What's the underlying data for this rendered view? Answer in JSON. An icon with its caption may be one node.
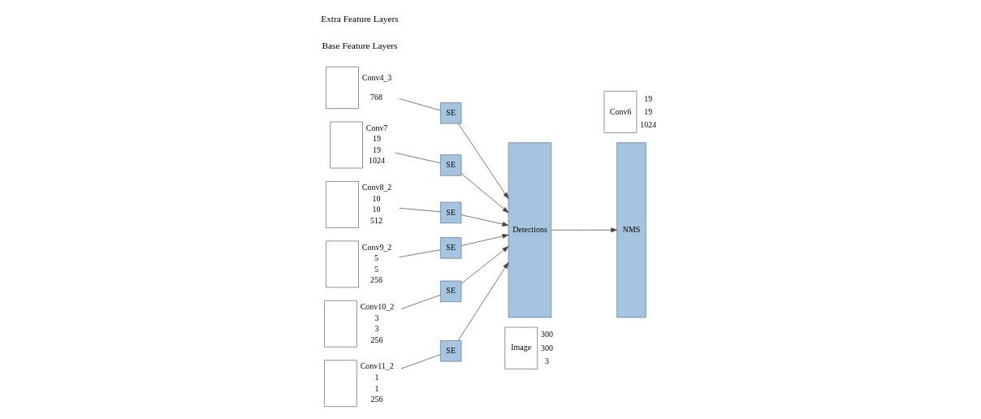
{
  "diagram": {
    "nodes": [
      {
        "text": [
          "Image"
        ],
        "beside": [
          "300",
          "300",
          "3"
        ]
      },
      {
        "text": [],
        "shape": "box",
        "beside": [
          "Conv4_3",
          "768"
        ]
      },
      {
        "text": [
          "Conv6"
        ],
        "beside": [
          "19",
          "19",
          "1024"
        ]
      },
      {
        "text": [],
        "shape": "box",
        "beside": [
          "Conv7",
          "19",
          "19",
          "1024"
        ]
      },
      {
        "text": [],
        "shape": "box",
        "beside": [
          "Conv8_2",
          "10",
          "10",
          "512"
        ]
      },
      {
        "text": [],
        "shape": "box",
        "beside": [
          "Conv9_2",
          "5",
          "5",
          "256"
        ]
      },
      {
        "text": [],
        "shape": "box",
        "beside": [
          "Conv10_2",
          "3",
          "3",
          "256"
        ]
      },
      {
        "text": [],
        "shape": "box",
        "beside": [
          "Conv11_2",
          "1",
          "1",
          "256"
        ]
      },
      {
        "text": [
          "SE"
        ]
      },
      {
        "text": [
          "SE"
        ]
      },
      {
        "text": [
          "SE"
        ]
      },
      {
        "text": [
          "SE"
        ]
      },
      {
        "text": [
          "SE"
        ]
      },
      {
        "text": [
          "SE"
        ]
      },
      {
        "text": [
          "Detections"
        ]
      },
      {
        "text": [
          "NMS"
        ]
      }
    ],
    "edges": [
      {
        "from": 1,
        "to": 8,
        "arrow": "none"
      },
      {
        "from": 3,
        "to": 9,
        "arrow": "none"
      },
      {
        "from": 4,
        "to": 10,
        "arrow": "none"
      },
      {
        "from": 5,
        "to": 11,
        "arrow": "none"
      },
      {
        "from": 6,
        "to": 12,
        "arrow": "none"
      },
      {
        "from": 7,
        "to": 13,
        "arrow": "none"
      },
      {
        "from": 8,
        "to": 14,
        "arrow": "to"
      },
      {
        "from": 9,
        "to": 14,
        "arrow": "to"
      },
      {
        "from": 10,
        "to": 14,
        "arrow": "to"
      },
      {
        "from": 11,
        "to": 14,
        "arrow": "to"
      },
      {
        "from": 12,
        "to": 14,
        "arrow": "to"
      },
      {
        "from": 13,
        "to": 14,
        "arrow": "to"
      },
      {
        "from": 14,
        "to": 15,
        "arrow": "to"
      }
    ],
    "labels": [
      "Base Feature Layers",
      "Extra Feature Layers"
    ]
  }
}
